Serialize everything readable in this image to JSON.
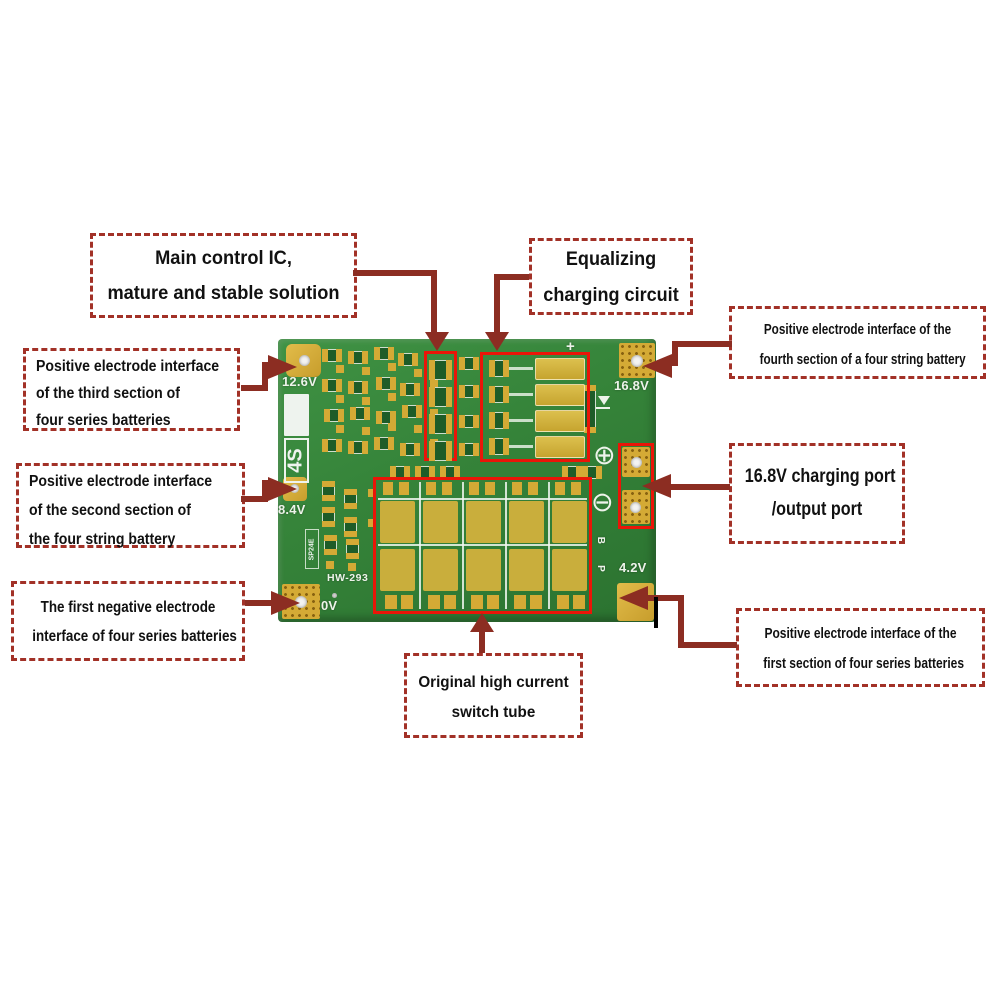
{
  "colors": {
    "callout_border": "#a23127",
    "arrow": "#8c2d22",
    "highlight_red": "#ea1508",
    "board_green": "#35823a",
    "pad_gold": "#d4aa35",
    "silk_white": "#edf3ea",
    "callout_text": "#111111"
  },
  "callouts": {
    "main_ic": {
      "lines": [
        "Main control IC,",
        "mature and stable solution"
      ]
    },
    "equalizing": {
      "lines": [
        "Equalizing",
        "charging circuit"
      ]
    },
    "fourth_positive": {
      "lines": [
        "Positive electrode interface of the",
        "fourth section of a four string battery"
      ]
    },
    "third_positive": {
      "lines": [
        "Positive electrode interface",
        "of the third section of",
        "four series batteries"
      ]
    },
    "second_positive": {
      "lines": [
        "Positive electrode interface",
        "of the second section of",
        "the four string battery"
      ]
    },
    "charge_port": {
      "lines": [
        "16.8V charging port",
        "/output port"
      ]
    },
    "first_negative": {
      "lines": [
        "The first negative electrode",
        "interface of four series batteries"
      ]
    },
    "first_positive": {
      "lines": [
        "Positive electrode interface of the",
        "first section of four series batteries"
      ]
    },
    "switch_tube": {
      "lines": [
        "Original high current",
        "switch tube"
      ]
    }
  },
  "board": {
    "labels": {
      "v12_6": "12.6V",
      "v16_8": "16.8V",
      "v8_4": "8.4V",
      "v0": "0V",
      "v4_2": "4.2V",
      "series": "4S",
      "model": "HW-293",
      "silk_small": "SP24E",
      "plus_mark": "+",
      "b_mark": "B",
      "p_mark": "P",
      "screw_plus": "⊕",
      "screw_minus": "⊖"
    }
  }
}
